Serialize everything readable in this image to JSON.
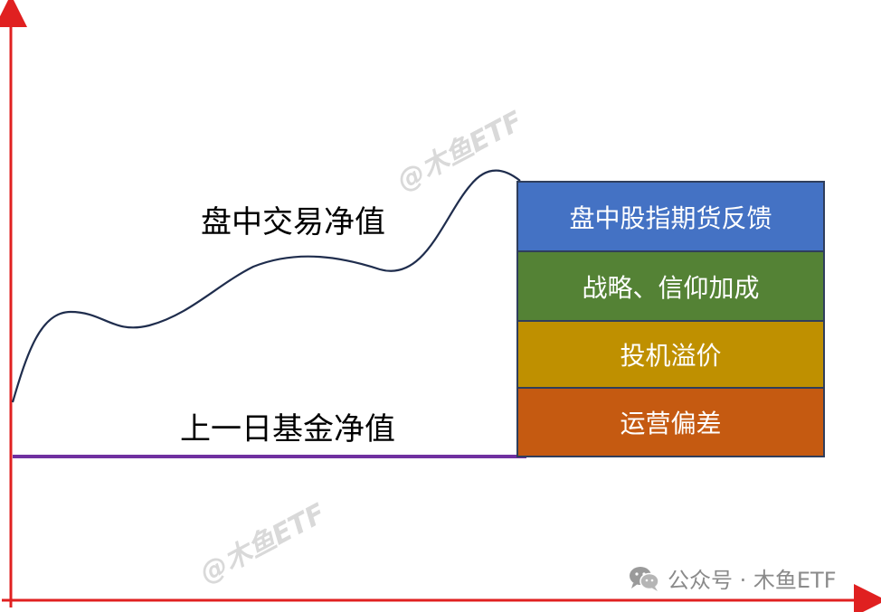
{
  "labels": {
    "intraday_nav": "盘中交易净值",
    "prev_nav": "上一日基金净值"
  },
  "stack": [
    {
      "label": "盘中股指期货反馈",
      "color": "#4472c4"
    },
    {
      "label": "战略、信仰加成",
      "color": "#548235"
    },
    {
      "label": "投机溢价",
      "color": "#bf9000"
    },
    {
      "label": "运营偏差",
      "color": "#c55a11"
    }
  ],
  "watermarks": [
    "@木鱼ETF",
    "@木鱼ETF"
  ],
  "footer": {
    "text": "公众号 · 木鱼ETF",
    "icon": "wechat-icon"
  },
  "colors": {
    "axis": "#e02020",
    "baseline": "#7030a0",
    "curve": "#1f2d4d"
  }
}
